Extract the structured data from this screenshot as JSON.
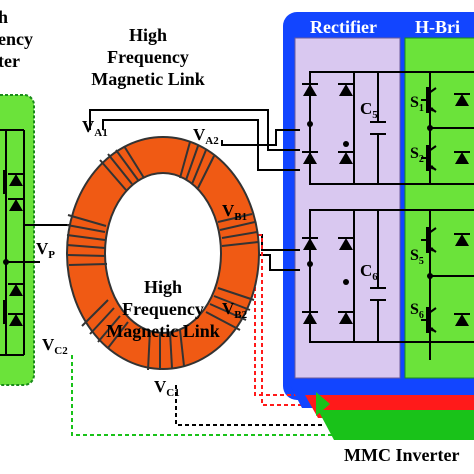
{
  "titles": {
    "link_line1": "High",
    "link_line2": "Frequency",
    "link_line3": "Magnetic Link",
    "left_fragment_1": "h",
    "left_fragment_2": "ency",
    "left_fragment_3": "ter",
    "center_line1": "High",
    "center_line2": "Frequency",
    "center_line3": "Magnetic Link"
  },
  "blocks": {
    "rectifier": "Rectifier",
    "hbridge": "H-Bri",
    "mmc_inverter": "MMC Inverter"
  },
  "windings": {
    "va1": {
      "main": "V",
      "sub": "A1"
    },
    "va2": {
      "main": "V",
      "sub": "A2"
    },
    "vb1": {
      "main": "V",
      "sub": "B1"
    },
    "vb2": {
      "main": "V",
      "sub": "B2"
    },
    "vc1": {
      "main": "V",
      "sub": "C1"
    },
    "vc2": {
      "main": "V",
      "sub": "C2"
    },
    "vp": {
      "main": "V",
      "sub": "P"
    }
  },
  "capacitors": {
    "c5": {
      "main": "C",
      "sub": "5"
    },
    "c6": {
      "main": "C",
      "sub": "6"
    }
  },
  "switches": {
    "s1": {
      "main": "S",
      "sub": "1"
    },
    "s2": {
      "main": "S",
      "sub": "2"
    },
    "s5": {
      "main": "S",
      "sub": "5"
    },
    "s6": {
      "main": "S",
      "sub": "6"
    }
  },
  "colors": {
    "core": "#f05a14",
    "core_edge": "#333333",
    "blue_panel": "#1245ff",
    "rectifier_fill": "#d9c8f0",
    "green_fill": "#6be33a",
    "red_bus": "#ff1a1a",
    "green_bus": "#19c219",
    "blue_bus": "#1245ff"
  }
}
